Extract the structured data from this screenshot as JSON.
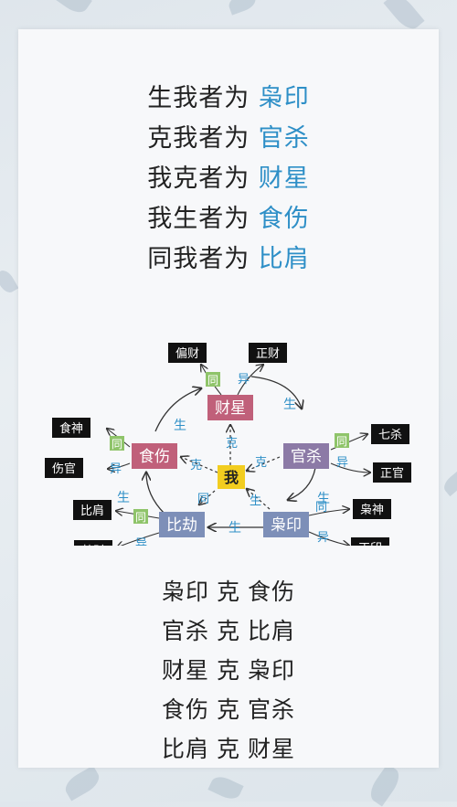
{
  "top_lines": [
    {
      "prefix": "生我者为",
      "highlight": "枭印"
    },
    {
      "prefix": "克我者为",
      "highlight": "官杀"
    },
    {
      "prefix": "我克者为",
      "highlight": "财星"
    },
    {
      "prefix": "我生者为",
      "highlight": "食伤"
    },
    {
      "prefix": "同我者为",
      "highlight": "比肩"
    }
  ],
  "diagram": {
    "center": "我",
    "nodes": {
      "caixing": "财星",
      "shishang": "食伤",
      "guansha": "官杀",
      "bijie": "比劫",
      "xiaoyin": "枭印"
    },
    "leaves": {
      "piancai": "偏财",
      "zhengcai": "正财",
      "shishen": "食神",
      "shangguan": "伤官",
      "qisha": "七杀",
      "zhengguan": "正官",
      "bijian": "比肩",
      "jiecai": "劫财",
      "xiaoshen": "枭神",
      "zhengyin": "正印"
    },
    "rel": {
      "sheng": "生",
      "ke": "克",
      "tong": "同",
      "yi": "异"
    },
    "colors": {
      "caixing": "#c0607a",
      "shishang": "#c0607a",
      "guansha": "#8c7aa6",
      "bijie": "#7d8fb8",
      "xiaoyin": "#7d8fb8",
      "center": "#f2cd1f",
      "sheng_text": "#2e8fc7",
      "tong_bg": "#8fc46a"
    }
  },
  "bottom_lines": [
    {
      "a": "枭印",
      "k": "克",
      "b": "食伤"
    },
    {
      "a": "官杀",
      "k": "克",
      "b": "比肩"
    },
    {
      "a": "财星",
      "k": "克",
      "b": "枭印"
    },
    {
      "a": "食伤",
      "k": "克",
      "b": "官杀"
    },
    {
      "a": "比肩",
      "k": "克",
      "b": "财星"
    }
  ]
}
